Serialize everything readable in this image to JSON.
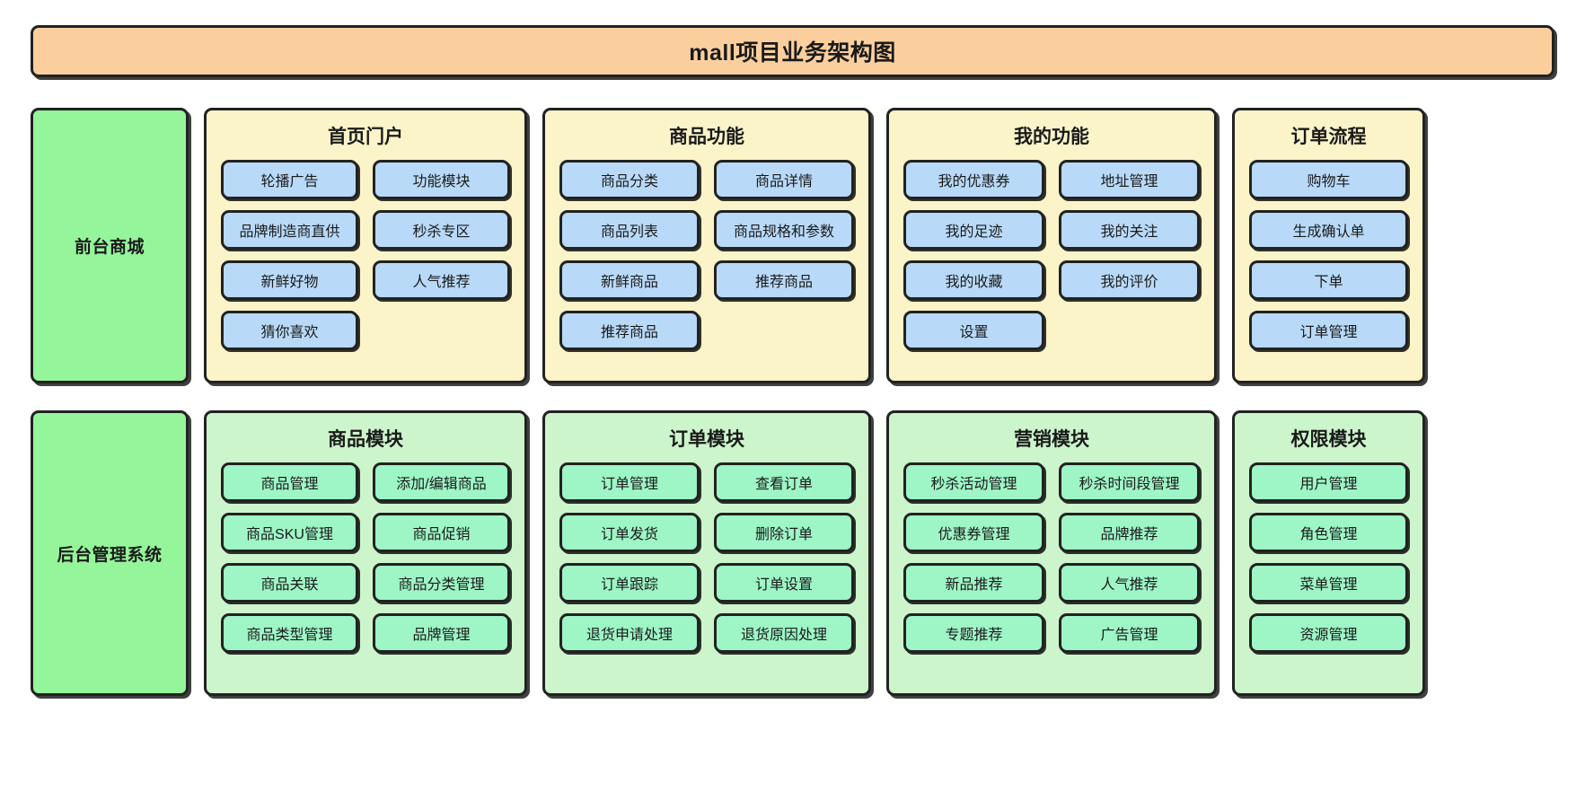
{
  "diagram": {
    "title": "mall项目业务架构图",
    "title_bg": "#fbcf9d",
    "side_bg": "#95f59a",
    "yellow_group_bg": "#fcf4c9",
    "green_group_bg": "#ccf5cc",
    "blue_item_bg": "#b8daf8",
    "green_item_bg": "#9ef5c6",
    "border_color": "#222222"
  },
  "rows": [
    {
      "side_label": "前台商城",
      "groups": [
        {
          "title": "首页门户",
          "columns": 2,
          "items": [
            "轮播广告",
            "功能模块",
            "品牌制造商直供",
            "秒杀专区",
            "新鲜好物",
            "人气推荐",
            "猜你喜欢"
          ]
        },
        {
          "title": "商品功能",
          "columns": 2,
          "items": [
            "商品分类",
            "商品详情",
            "商品列表",
            "商品规格和参数",
            "新鲜商品",
            "推荐商品",
            "推荐商品"
          ]
        },
        {
          "title": "我的功能",
          "columns": 2,
          "items": [
            "我的优惠券",
            "地址管理",
            "我的足迹",
            "我的关注",
            "我的收藏",
            "我的评价",
            "设置"
          ]
        },
        {
          "title": "订单流程",
          "columns": 1,
          "items": [
            "购物车",
            "生成确认单",
            "下单",
            "订单管理"
          ]
        }
      ]
    },
    {
      "side_label": "后台管理系统",
      "groups": [
        {
          "title": "商品模块",
          "columns": 2,
          "items": [
            "商品管理",
            "添加/编辑商品",
            "商品SKU管理",
            "商品促销",
            "商品关联",
            "商品分类管理",
            "商品类型管理",
            "品牌管理"
          ]
        },
        {
          "title": "订单模块",
          "columns": 2,
          "items": [
            "订单管理",
            "查看订单",
            "订单发货",
            "删除订单",
            "订单跟踪",
            "订单设置",
            "退货申请处理",
            "退货原因处理"
          ]
        },
        {
          "title": "营销模块",
          "columns": 2,
          "items": [
            "秒杀活动管理",
            "秒杀时间段管理",
            "优惠券管理",
            "品牌推荐",
            "新品推荐",
            "人气推荐",
            "专题推荐",
            "广告管理"
          ]
        },
        {
          "title": "权限模块",
          "columns": 1,
          "items": [
            "用户管理",
            "角色管理",
            "菜单管理",
            "资源管理"
          ]
        }
      ]
    }
  ]
}
